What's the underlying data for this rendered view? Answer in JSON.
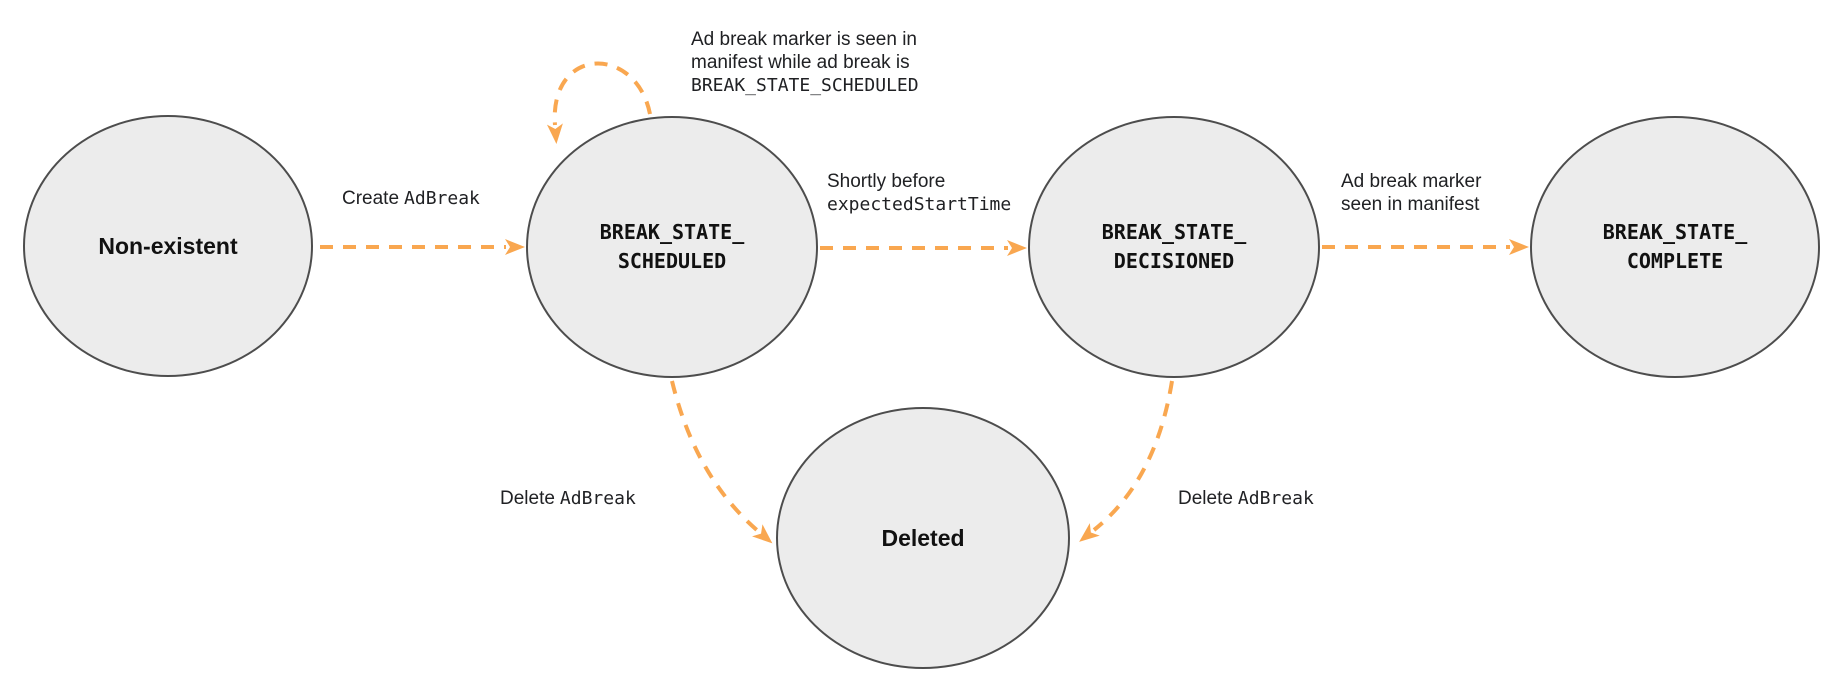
{
  "colors": {
    "arrow_color": "#F9A750",
    "node_fill": "#ECECEC",
    "node_border": "#4D4D4D",
    "node_text": "#111111",
    "label_text": "#202124",
    "bg_color": "#FFFFFF"
  },
  "states": {
    "non_existent": {
      "label": "Non-existent"
    },
    "scheduled": {
      "line1": "BREAK_STATE_",
      "line2": "SCHEDULED"
    },
    "decisioned": {
      "line1": "BREAK_STATE_",
      "line2": "DECISIONED"
    },
    "complete": {
      "line1": "BREAK_STATE_",
      "line2": "COMPLETE"
    },
    "deleted": {
      "label": "Deleted"
    }
  },
  "transitions": {
    "create": {
      "plain": "Create",
      "code": "AdBreak"
    },
    "self_loop": {
      "line1": "Ad break marker is seen in",
      "line2": "manifest while ad break is",
      "code": "BREAK_STATE_SCHEDULED"
    },
    "shortly": {
      "plain": "Shortly before",
      "code": "expectedStartTime"
    },
    "marker_seen": {
      "line1": "Ad break marker",
      "line2": "seen in manifest"
    },
    "delete_left": {
      "plain": "Delete",
      "code": "AdBreak"
    },
    "delete_right": {
      "plain": "Delete",
      "code": "AdBreak"
    }
  }
}
